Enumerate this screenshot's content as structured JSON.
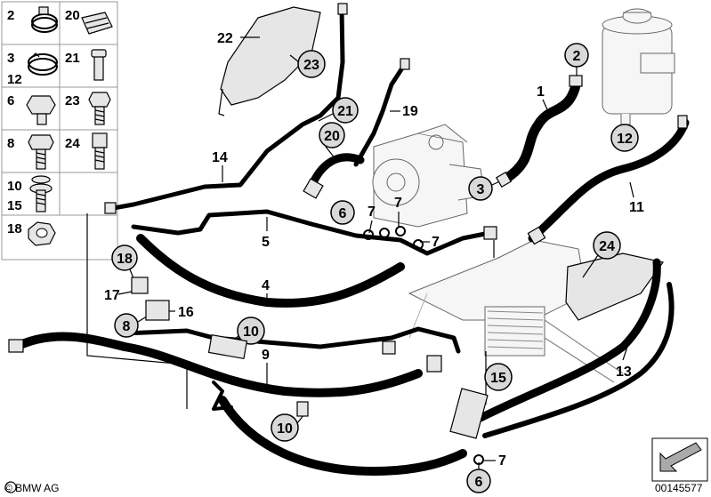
{
  "legend": {
    "rows": [
      [
        "2",
        "20"
      ],
      [
        "3\n12",
        "21"
      ],
      [
        "6",
        "23"
      ],
      [
        "8",
        "24"
      ],
      [
        "10\n15",
        ""
      ],
      [
        "18",
        ""
      ]
    ]
  },
  "callouts": {
    "c1": "1",
    "c2": "2",
    "c3": "3",
    "c4": "4",
    "c5": "5",
    "c6a": "6",
    "c6b": "6",
    "c7a": "7",
    "c7b": "7",
    "c7c": "7",
    "c7d": "7",
    "c8": "8",
    "c9": "9",
    "c10a": "10",
    "c10b": "10",
    "c11": "11",
    "c12": "12",
    "c13": "13",
    "c14": "14",
    "c15": "15",
    "c16": "16",
    "c17": "17",
    "c18": "18",
    "c19": "19",
    "c20": "20",
    "c21": "21",
    "c22": "22",
    "c23": "23",
    "c24": "24"
  },
  "footer": {
    "brand": "© BMW AG",
    "diagram_number": "00145577"
  }
}
